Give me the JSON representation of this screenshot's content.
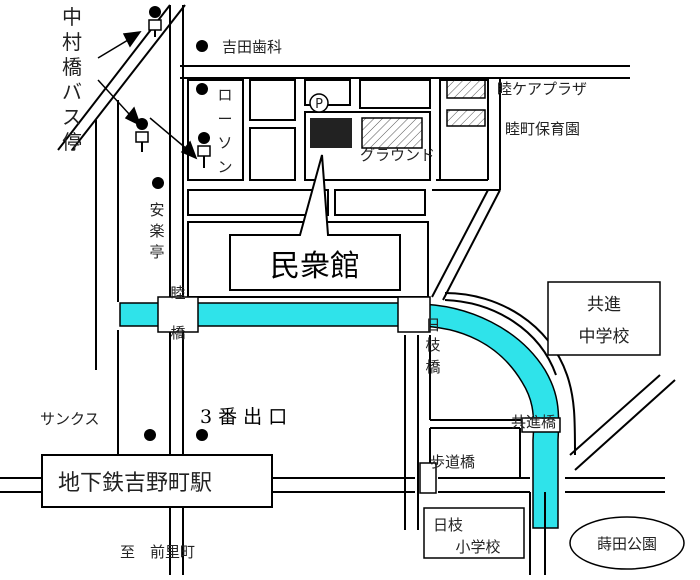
{
  "colors": {
    "river": "#2fe3ea",
    "ink": "#000000",
    "hatch": "#555555",
    "building_fill": "#222222"
  },
  "labels": {
    "minshukan": "民衆館",
    "station": "地下鉄吉野町駅",
    "exit3": "3 番 出 口",
    "bus_stop_chars": [
      "中",
      "村",
      "橋",
      "バ",
      "ス",
      "停"
    ],
    "yoshida_dental": "吉田歯科",
    "lawson_chars": [
      "ロ",
      "ー",
      "ソ",
      "ン"
    ],
    "anrakutei_chars": [
      "安",
      "楽",
      "亭"
    ],
    "mutsumi_care": "睦ケアプラザ",
    "mutsumi_nursery": "睦町保育園",
    "ground": "グラウンド",
    "parking": "P",
    "kyoshin_school_line1": "共進",
    "kyoshin_school_line2": "中学校",
    "mutsumi_bridge_chars": [
      "睦",
      "橋"
    ],
    "hie_bridge_chars": [
      "日",
      "枝",
      "橋"
    ],
    "kyoshin_bridge": "共進橋",
    "footbridge": "歩道橋",
    "hie_school_line1": "日枝",
    "hie_school_line2": "小学校",
    "sanks": "サンクス",
    "direction": "至　前里町",
    "park": "蒔田公園"
  },
  "icons": [
    "bus-stop-icon",
    "parking-icon",
    "dot-marker-icon",
    "arrow-icon"
  ]
}
